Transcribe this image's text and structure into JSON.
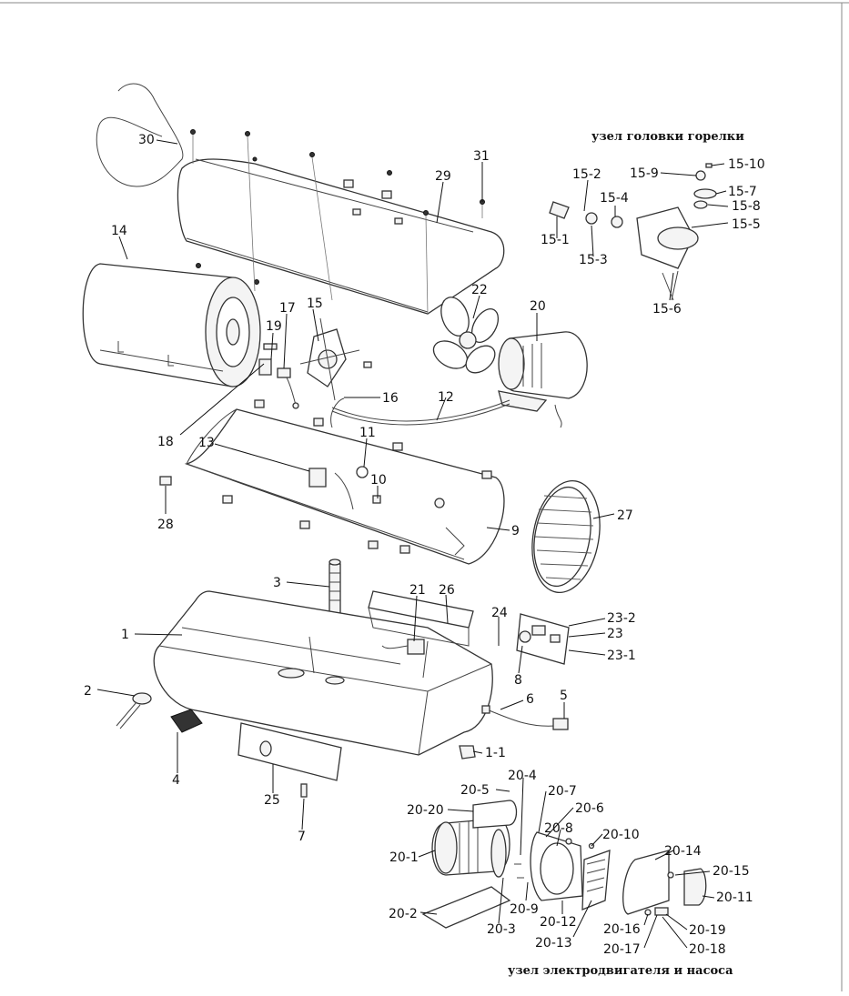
{
  "captions": {
    "burner_head_assembly": "узел головки горелки",
    "motor_pump_assembly": "узел электродвигателя и насоса"
  },
  "labels": {
    "l1": "1",
    "l1_1": "1-1",
    "l2": "2",
    "l3": "3",
    "l4": "4",
    "l5": "5",
    "l6": "6",
    "l7": "7",
    "l8": "8",
    "l9": "9",
    "l10": "10",
    "l11": "11",
    "l12": "12",
    "l13": "13",
    "l14": "14",
    "l15": "15",
    "l15_1": "15-1",
    "l15_2": "15-2",
    "l15_3": "15-3",
    "l15_4": "15-4",
    "l15_5": "15-5",
    "l15_6": "15-6",
    "l15_7": "15-7",
    "l15_8": "15-8",
    "l15_9": "15-9",
    "l15_10": "15-10",
    "l16": "16",
    "l17": "17",
    "l18": "18",
    "l19": "19",
    "l20": "20",
    "l20_1": "20-1",
    "l20_2": "20-2",
    "l20_3": "20-3",
    "l20_4": "20-4",
    "l20_5": "20-5",
    "l20_6": "20-6",
    "l20_7": "20-7",
    "l20_8": "20-8",
    "l20_9": "20-9",
    "l20_10": "20-10",
    "l20_11": "20-11",
    "l20_12": "20-12",
    "l20_13": "20-13",
    "l20_14": "20-14",
    "l20_15": "20-15",
    "l20_16": "20-16",
    "l20_17": "20-17",
    "l20_18": "20-18",
    "l20_19": "20-19",
    "l20_20": "20-20",
    "l21": "21",
    "l22": "22",
    "l23": "23",
    "l23_1": "23-1",
    "l23_2": "23-2",
    "l24": "24",
    "l25": "25",
    "l26": "26",
    "l27": "27",
    "l28": "28",
    "l29": "29",
    "l30": "30",
    "l31": "31"
  }
}
